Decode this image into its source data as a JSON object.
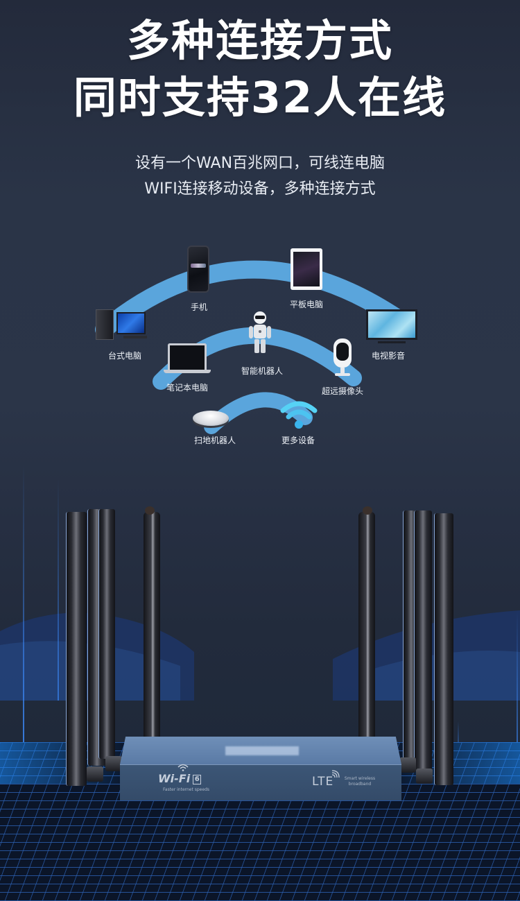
{
  "headline": {
    "line1": "多种连接方式",
    "line2": "同时支持32人在线"
  },
  "subtitle": {
    "line1": "设有一个WAN百兆网口，可线连电脑",
    "line2": "WIFI连接移动设备，多种连接方式"
  },
  "devices": [
    {
      "id": "phone",
      "label": "手机",
      "icon": "smartphone-icon"
    },
    {
      "id": "tablet",
      "label": "平板电脑",
      "icon": "tablet-icon"
    },
    {
      "id": "desktop",
      "label": "台式电脑",
      "icon": "desktop-computer-icon"
    },
    {
      "id": "tv",
      "label": "电视影音",
      "icon": "television-icon"
    },
    {
      "id": "robot",
      "label": "智能机器人",
      "icon": "humanoid-robot-icon"
    },
    {
      "id": "laptop",
      "label": "笔记本电脑",
      "icon": "laptop-icon"
    },
    {
      "id": "camera",
      "label": "超远摄像头",
      "icon": "security-camera-icon"
    },
    {
      "id": "vacuum",
      "label": "扫地机器人",
      "icon": "robot-vacuum-icon"
    },
    {
      "id": "more",
      "label": "更多设备",
      "icon": "wifi-icon"
    }
  ],
  "router": {
    "wifi_brand": "Wi-Fi",
    "wifi_badge": "6",
    "wifi_tagline": "Faster internet speeds",
    "lte_brand": "LTE",
    "lte_tagline_line1": "Smart wireless",
    "lte_tagline_line2": "broadband"
  },
  "colors": {
    "background_top": "#232a3b",
    "arc_blue": "#5aa5dc",
    "text_white": "#ffffff",
    "router_body": "#3c5676",
    "floor_glow": "#1e8fff"
  }
}
